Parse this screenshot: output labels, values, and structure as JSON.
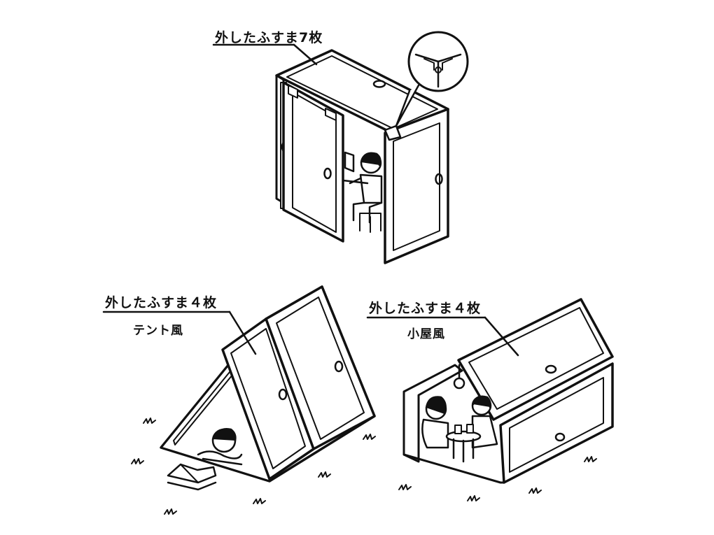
{
  "top_scene": {
    "caption": "外したふすま7枚"
  },
  "tent_scene": {
    "caption": "外したふすま４枚",
    "style": "テント風"
  },
  "hut_scene": {
    "caption": "外したふすま４枚",
    "style": "小屋風"
  },
  "colors": {
    "ink": "#111111",
    "paper": "#ffffff"
  }
}
